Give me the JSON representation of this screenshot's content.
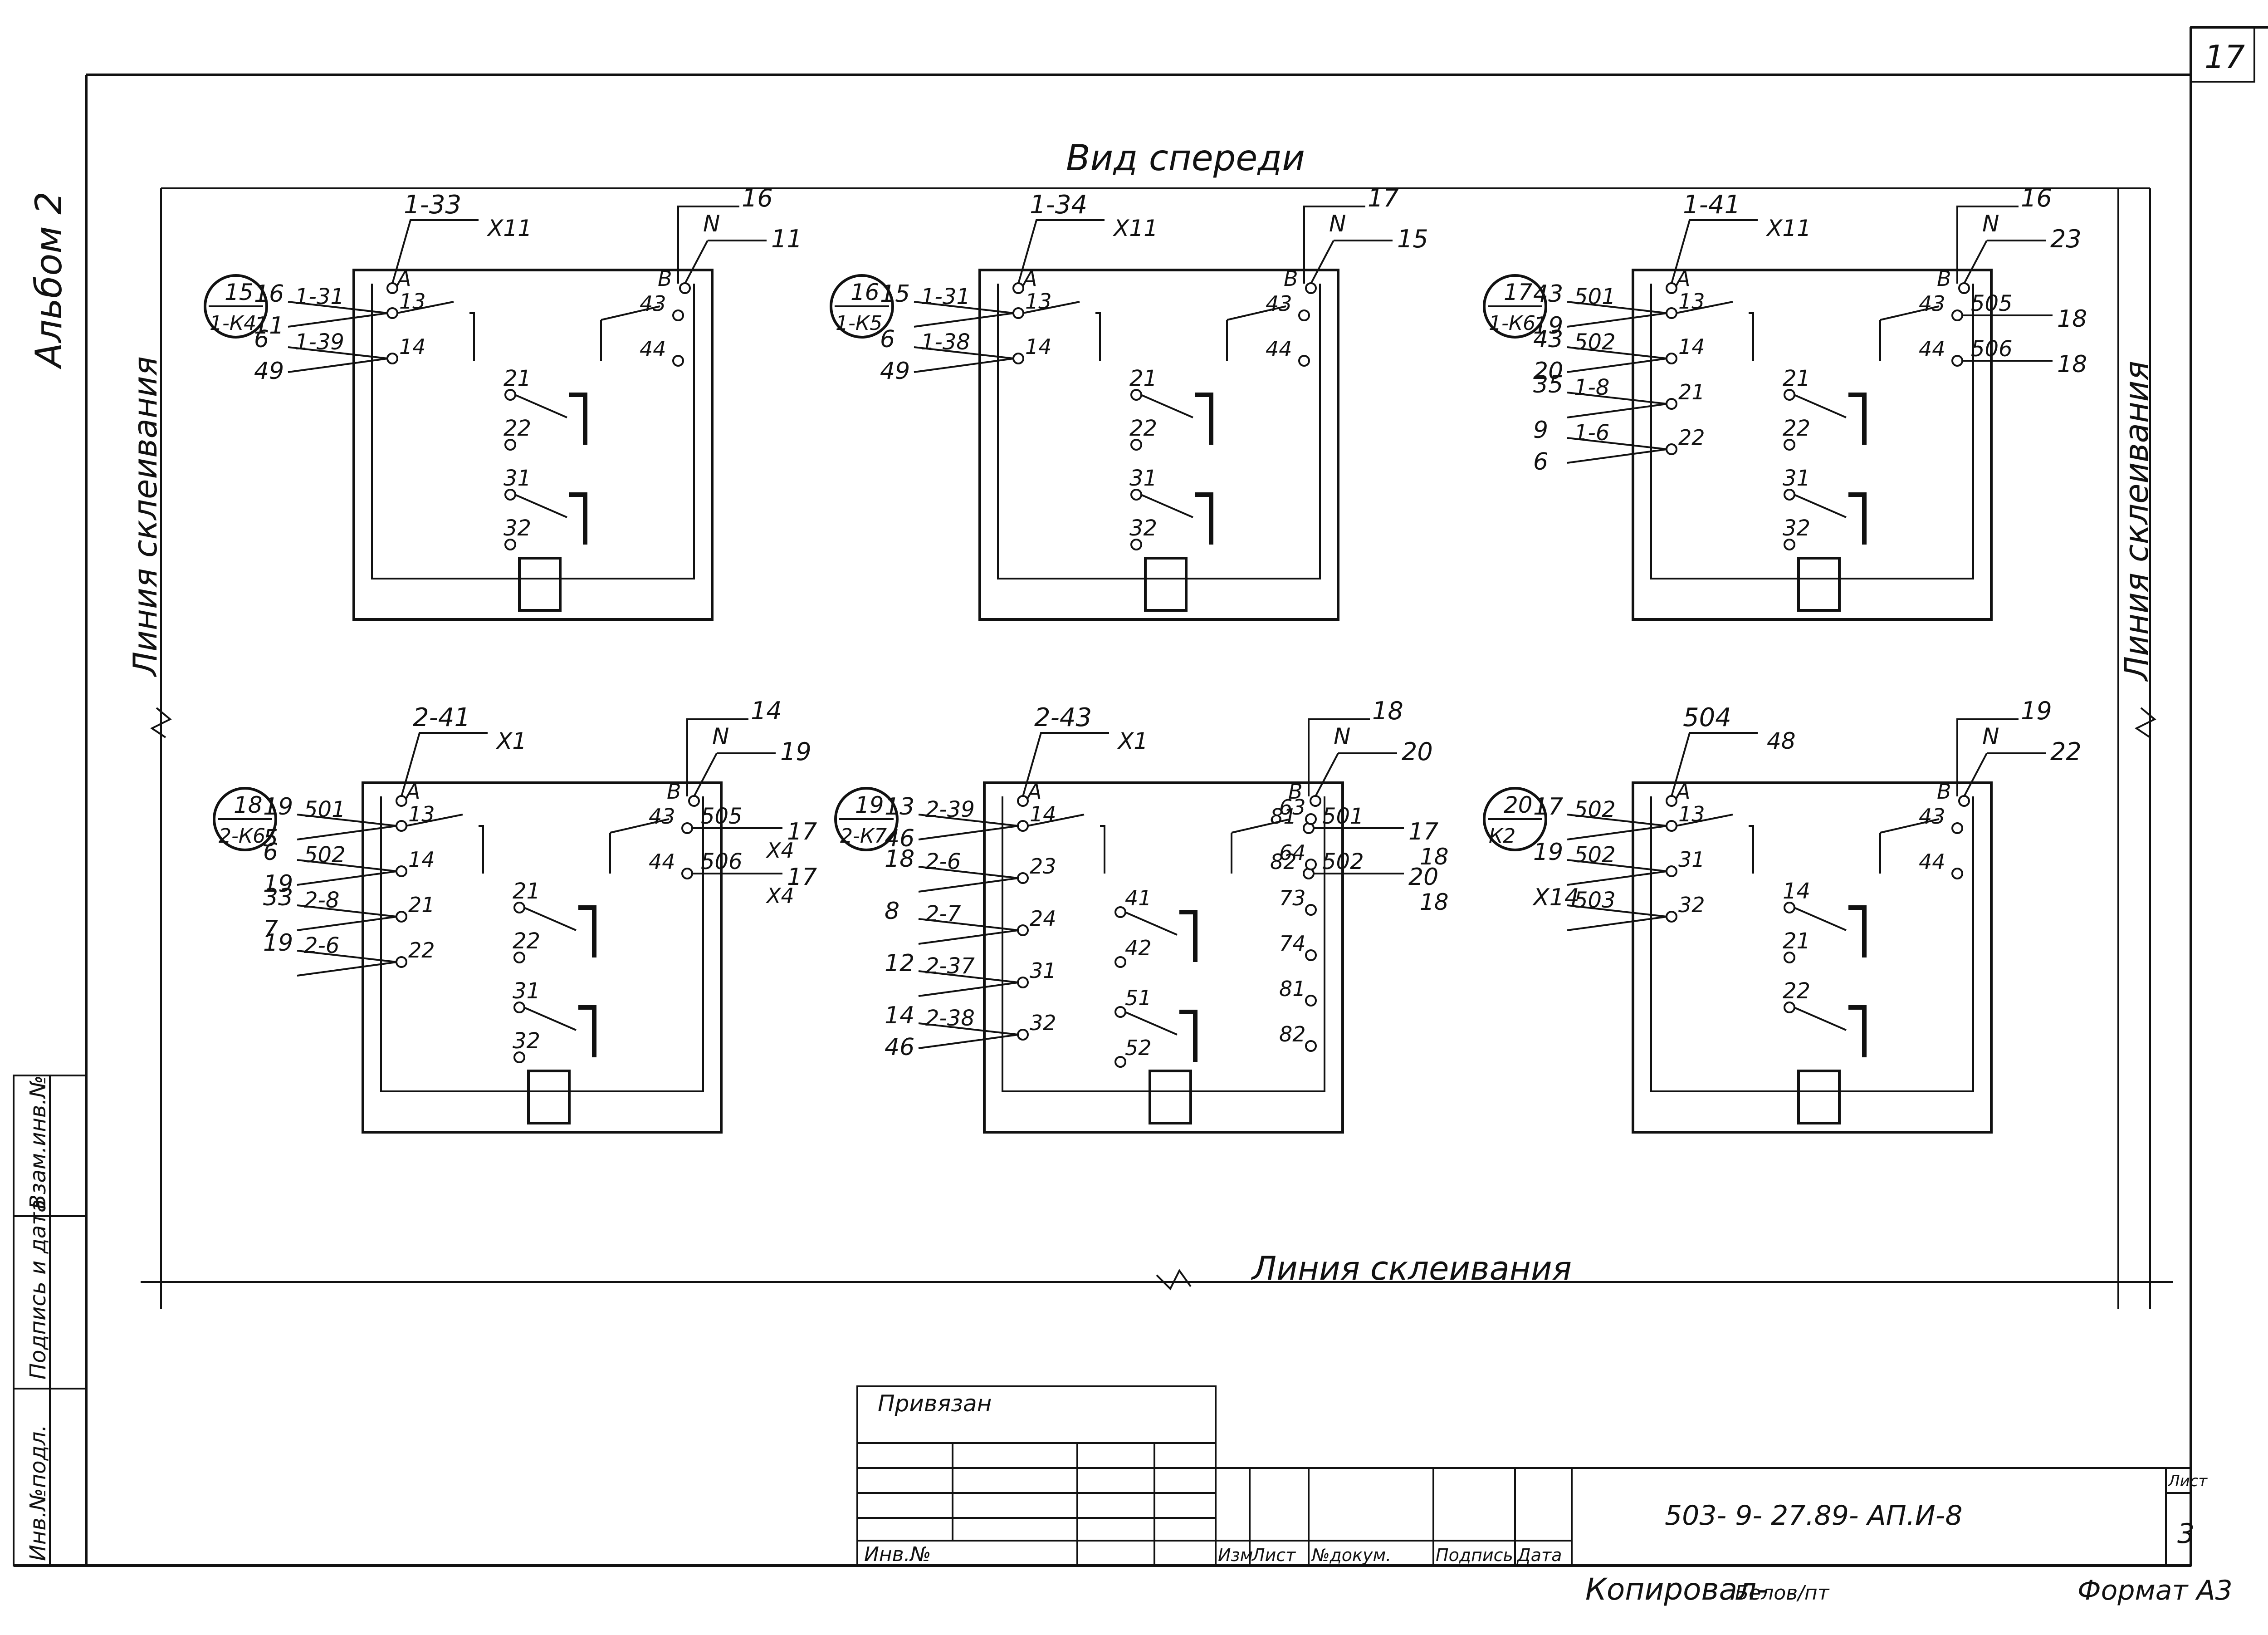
{
  "sheet": {
    "sheet_number": "17",
    "album": "Альбом 2",
    "view_title": "Вид спереди",
    "glue_line": "Линия склеивания",
    "format": "Формат А3",
    "copied_by": "Копировал-",
    "copied_sig": "Белов/пт"
  },
  "stamp": {
    "privyazan": "Привязан",
    "inv_no": "Инв.№",
    "doc_code": "503- 9- 27.89- АП.И-8",
    "list_label": "Лист",
    "list_value": "3",
    "cols": [
      "Изм",
      "Лист",
      "№докум.",
      "Подпись",
      "Дата"
    ],
    "side_labels": [
      "Инв.№подл.",
      "Подпись и дата",
      "Взам.инв.№"
    ]
  },
  "relays": [
    {
      "id": "15",
      "name": "1-К4",
      "supply": {
        "a_top": "1-33",
        "a_tag": "Х11",
        "b_top": "16",
        "b_tag": "N",
        "b_right": "11"
      },
      "left": [
        {
          "num": "16",
          "wire": "1-31",
          "side": "11",
          "term": "13"
        },
        {
          "num": "6",
          "wire": "1-39",
          "side": "49",
          "term": "14"
        }
      ],
      "right": [
        {
          "term": "43",
          "wire": "",
          "num": ""
        },
        {
          "term": "44",
          "wire": "",
          "num": ""
        }
      ],
      "lower": [
        "21",
        "22",
        "31",
        "32"
      ]
    },
    {
      "id": "16",
      "name": "1-К5",
      "supply": {
        "a_top": "1-34",
        "a_tag": "Х11",
        "b_top": "17",
        "b_tag": "N",
        "b_right": "15"
      },
      "left": [
        {
          "num": "15",
          "wire": "1-31",
          "side": "",
          "term": "13"
        },
        {
          "num": "6",
          "wire": "1-38",
          "side": "49",
          "term": "14"
        }
      ],
      "right": [
        {
          "term": "43",
          "wire": "",
          "num": ""
        },
        {
          "term": "44",
          "wire": "",
          "num": ""
        }
      ],
      "lower": [
        "21",
        "22",
        "31",
        "32"
      ]
    },
    {
      "id": "17",
      "name": "1-К6",
      "supply": {
        "a_top": "1-41",
        "a_tag": "Х11",
        "b_top": "16",
        "b_tag": "N",
        "b_right": "23"
      },
      "left": [
        {
          "num": "43",
          "wire": "501",
          "side": "19",
          "term": "13"
        },
        {
          "num": "43",
          "wire": "502",
          "side": "20",
          "term": "14"
        },
        {
          "num": "35",
          "wire": "1-8",
          "side": "",
          "term": "21"
        },
        {
          "num": "9",
          "wire": "1-6",
          "side": "6",
          "term": "22"
        }
      ],
      "right": [
        {
          "term": "43",
          "wire": "505",
          "num": "18"
        },
        {
          "term": "44",
          "wire": "506",
          "num": "18"
        }
      ],
      "lower": [
        "21",
        "22",
        "31",
        "32"
      ]
    },
    {
      "id": "18",
      "name": "2-К6",
      "supply": {
        "a_top": "2-41",
        "a_tag": "Х1",
        "b_top": "14",
        "b_tag": "N",
        "b_right": "19"
      },
      "left": [
        {
          "num": "19",
          "wire": "501",
          "side": "5",
          "term": "13"
        },
        {
          "num": "6",
          "wire": "502",
          "side": "19",
          "term": "14"
        },
        {
          "num": "33",
          "wire": "2-8",
          "side": "7",
          "term": "21"
        },
        {
          "num": "19",
          "wire": "2-6",
          "side": "",
          "term": "22"
        }
      ],
      "right": [
        {
          "term": "43",
          "wire": "505",
          "num": "17",
          "tag": "Х4"
        },
        {
          "term": "44",
          "wire": "506",
          "num": "17",
          "tag": "Х4"
        }
      ],
      "lower": [
        "21",
        "22",
        "31",
        "32"
      ]
    },
    {
      "id": "19",
      "name": "2-К7",
      "supply": {
        "a_top": "2-43",
        "a_tag": "Х1",
        "b_top": "18",
        "b_tag": "N",
        "b_right": "20"
      },
      "left": [
        {
          "num": "13",
          "wire": "2-39",
          "side": "46",
          "term": "14"
        },
        {
          "num": "18",
          "wire": "2-6",
          "side": "",
          "term": "23"
        },
        {
          "num": "8",
          "wire": "2-7",
          "side": "",
          "term": "24"
        },
        {
          "num": "12",
          "wire": "2-37",
          "side": "",
          "term": "31"
        },
        {
          "num": "14",
          "wire": "2-38",
          "side": "46",
          "term": "32"
        }
      ],
      "middle": [
        "41",
        "42",
        "51",
        "52"
      ],
      "right_terms": [
        "63",
        "64",
        "73",
        "74",
        "81",
        "82"
      ],
      "right": [
        {
          "term": "81",
          "wire": "501",
          "num": "17",
          "num2": "18"
        },
        {
          "term": "82",
          "wire": "502",
          "num": "20",
          "num2": "18"
        }
      ],
      "upper_left": [
        "13"
      ],
      "lower": []
    },
    {
      "id": "20",
      "name": "К2",
      "supply": {
        "a_top": "504",
        "a_tag": "48",
        "b_top": "19",
        "b_tag": "N",
        "b_right": "22"
      },
      "left": [
        {
          "num": "17",
          "wire": "502",
          "side": "",
          "term": "13"
        },
        {
          "num": "19",
          "wire": "502",
          "side": "",
          "term": "31"
        },
        {
          "num": "Х14",
          "wire": "503",
          "side": "",
          "term": "32"
        }
      ],
      "right": [
        {
          "term": "43",
          "wire": "",
          "num": ""
        },
        {
          "term": "44",
          "wire": "",
          "num": ""
        }
      ],
      "lower": [
        "14",
        "21",
        "22"
      ]
    }
  ],
  "term_labels": {
    "A": "А",
    "B": "В"
  }
}
